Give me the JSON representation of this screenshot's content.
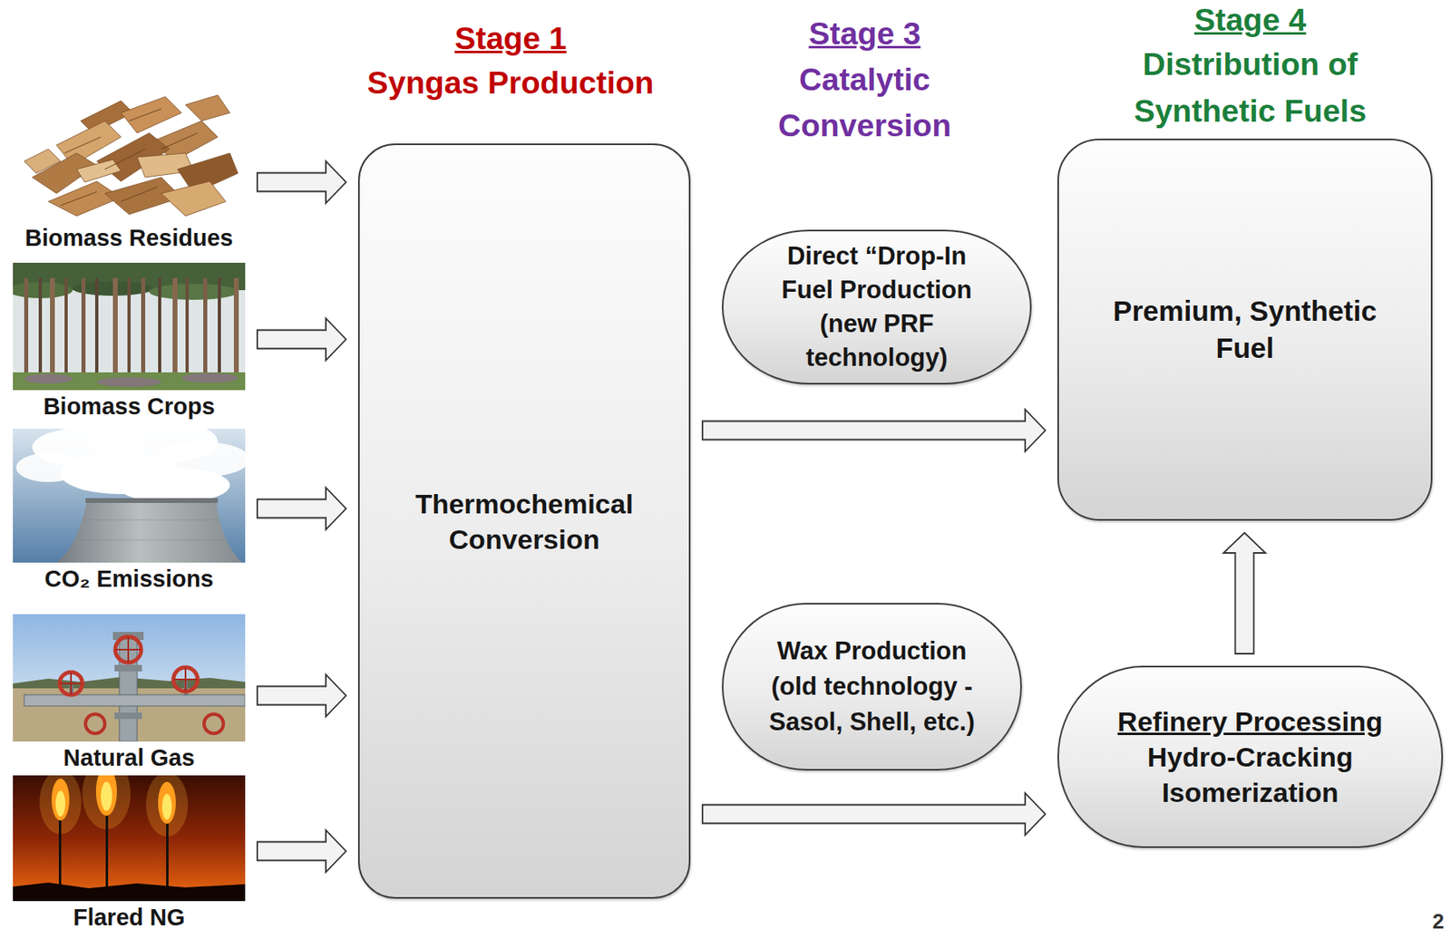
{
  "diagram": {
    "nodes": [
      {
        "text": [
          "Biomass Residues"
        ]
      },
      {
        "text": [
          "Biomass Crops"
        ]
      },
      {
        "text": [
          "CO₂ Emissions"
        ]
      },
      {
        "text": [
          "Natural Gas"
        ]
      },
      {
        "text": [
          "Flared NG"
        ]
      },
      {
        "text": [
          "Thermochemical Conversion"
        ]
      },
      {
        "text": [
          "Direct “Drop-In Fuel Production (new PRF technology)"
        ]
      },
      {
        "text": [
          "Wax Production (old technology - Sasol, Shell, etc.)"
        ]
      },
      {
        "text": [
          "Premium, Synthetic Fuel"
        ]
      },
      {
        "text": [
          "Refinery Processing",
          "Hydro-Cracking Isomerization"
        ]
      }
    ],
    "edges": [
      {
        "from": 0,
        "to": 5,
        "arrow": "to"
      },
      {
        "from": 1,
        "to": 5,
        "arrow": "to"
      },
      {
        "from": 2,
        "to": 5,
        "arrow": "to"
      },
      {
        "from": 3,
        "to": 5,
        "arrow": "to"
      },
      {
        "from": 4,
        "to": 5,
        "arrow": "to"
      },
      {
        "from": 5,
        "to": 8,
        "arrow": "to"
      },
      {
        "from": 5,
        "to": 9,
        "arrow": "to"
      },
      {
        "from": 9,
        "to": 8,
        "arrow": "to"
      }
    ],
    "labels": [
      "Stage 1",
      "Syngas Production",
      "Stage 3",
      "Catalytic Conversion",
      "Stage 4",
      "Distribution of Synthetic Fuels",
      "2"
    ]
  }
}
